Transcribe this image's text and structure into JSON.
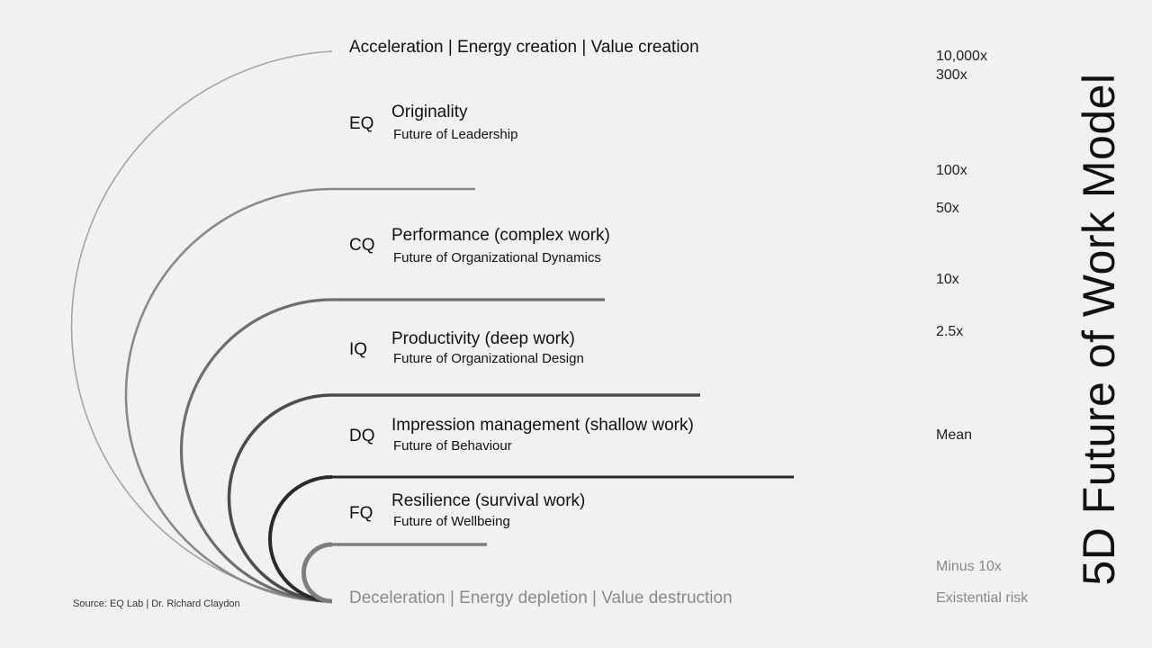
{
  "top_caption": "Acceleration | Energy creation | Value creation",
  "bottom_caption": "Deceleration | Energy depletion | Value destruction",
  "side_title": "5D Future of Work Model",
  "source": "Source: EQ Lab | Dr. Richard Claydon",
  "levels": [
    {
      "code": "EQ",
      "title": "Originality",
      "subtitle": "Future of Leadership"
    },
    {
      "code": "CQ",
      "title": "Performance (complex work)",
      "subtitle": "Future of Organizational Dynamics"
    },
    {
      "code": "IQ",
      "title": "Productivity (deep work)",
      "subtitle": "Future of Organizational Design"
    },
    {
      "code": "DQ",
      "title": "Impression management (shallow work)",
      "subtitle": "Future of Behaviour"
    },
    {
      "code": "FQ",
      "title": "Resilience (survival work)",
      "subtitle": "Future of Wellbeing"
    }
  ],
  "multipliers": [
    "10,000x",
    "300x",
    "100x",
    "50x",
    "10x",
    "2.5x",
    "Mean",
    "Minus 10x",
    "Existential risk"
  ],
  "colors": {
    "background": "#f1f1f1",
    "arc_lightest": "#9a9a9a",
    "arc_darkest": "#2a2a2a",
    "muted_text": "#8a8a8a"
  }
}
